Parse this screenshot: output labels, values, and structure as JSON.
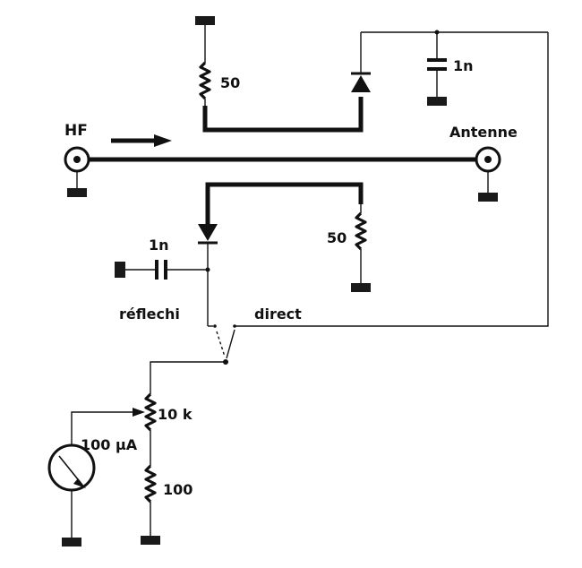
{
  "labels": {
    "hf_in": "HF",
    "antenna": "Antenne",
    "r_top": "50",
    "c_top": "1n",
    "r_bottom": "50",
    "c_left": "1n",
    "reflected": "réflechi",
    "direct": "direct",
    "pot": "10 k",
    "meter": "100 μA",
    "r_series": "100"
  }
}
